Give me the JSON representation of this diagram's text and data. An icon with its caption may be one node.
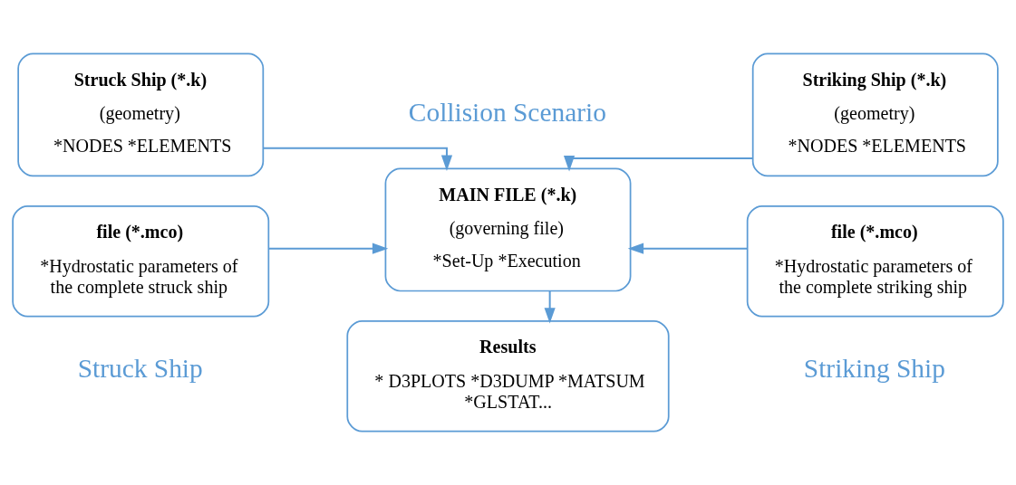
{
  "diagram": {
    "nodes": [
      {
        "text": [
          "Struck Ship (*.k)",
          "(geometry)",
          "*NODES *ELEMENTS"
        ]
      },
      {
        "text": [
          "file (*.mco)",
          "*Hydrostatic parameters of the complete struck ship"
        ]
      },
      {
        "text": [
          "MAIN FILE (*.k)",
          "(governing file)",
          "*Set-Up *Execution"
        ]
      },
      {
        "text": [
          "Results",
          "* D3PLOTS *D3DUMP *MATSUM *GLSTAT..."
        ]
      },
      {
        "text": [
          "Striking Ship (*.k)",
          "(geometry)",
          "*NODES *ELEMENTS"
        ]
      },
      {
        "text": [
          "file (*.mco)",
          "*Hydrostatic parameters of the complete striking ship"
        ]
      }
    ],
    "edges": [
      {
        "from": 0,
        "to": 2,
        "arrow": "to"
      },
      {
        "from": 1,
        "to": 2,
        "arrow": "to"
      },
      {
        "from": 4,
        "to": 2,
        "arrow": "to"
      },
      {
        "from": 5,
        "to": 2,
        "arrow": "to"
      },
      {
        "from": 2,
        "to": 3,
        "arrow": "to"
      }
    ],
    "labels": [
      "Collision Scenario",
      "Struck Ship",
      "Striking Ship"
    ]
  }
}
